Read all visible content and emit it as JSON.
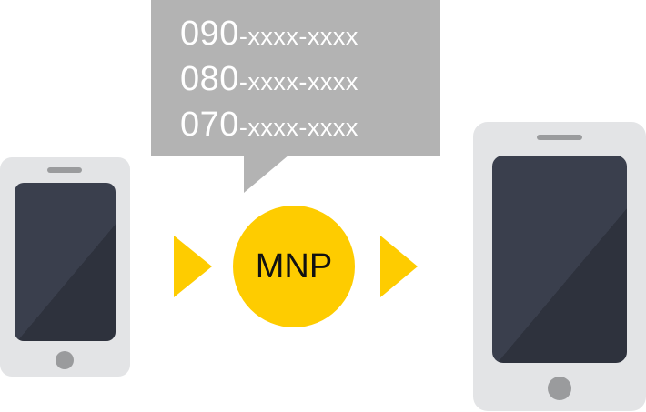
{
  "bubble": {
    "lines": [
      {
        "prefix": "090",
        "rest": "-xxxx-xxxx"
      },
      {
        "prefix": "080",
        "rest": "-xxxx-xxxx"
      },
      {
        "prefix": "070",
        "rest": "-xxxx-xxxx"
      }
    ]
  },
  "center": {
    "label": "MNP"
  },
  "colors": {
    "accent": "#fecc00",
    "bubble": "#b3b3b3",
    "phone_body": "#e3e4e6",
    "screen": "#3a3f4d"
  },
  "icons": [
    "old-phone-icon",
    "arrow-right-icon",
    "arrow-right-icon",
    "new-phone-icon"
  ]
}
